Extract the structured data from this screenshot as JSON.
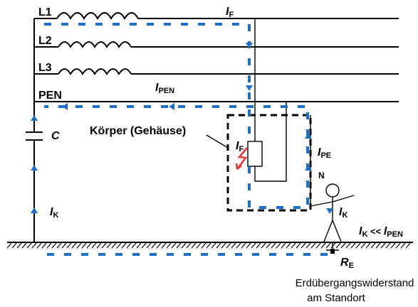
{
  "lines": {
    "l1": "L1",
    "l2": "L2",
    "l3": "L3",
    "pen": "PEN"
  },
  "currents": {
    "i_f_top": {
      "main": "I",
      "sub": "F"
    },
    "i_pen": {
      "main": "I",
      "sub": "PEN"
    },
    "i_f_body": {
      "main": "I",
      "sub": "F"
    },
    "i_pe": {
      "main": "I",
      "sub": "PE"
    },
    "i_k_left": {
      "main": "I",
      "sub": "K"
    },
    "i_k_person": {
      "main": "I",
      "sub": "K"
    },
    "relation": {
      "lhs_main": "I",
      "lhs_sub": "K",
      "op": " << ",
      "rhs_main": "I",
      "rhs_sub": "PEN"
    }
  },
  "components": {
    "capacitor": "C",
    "body_label": "Körper (Gehäuse)",
    "n_label": "N",
    "earth_resistor": {
      "main": "R",
      "sub": "E"
    }
  },
  "caption": {
    "line1": "Erdübergangswiderstand",
    "line2": "am Standort"
  },
  "colors": {
    "flow_arrows": "#1f6fc9",
    "fault_arc": "#e53935",
    "wire": "#000000"
  }
}
